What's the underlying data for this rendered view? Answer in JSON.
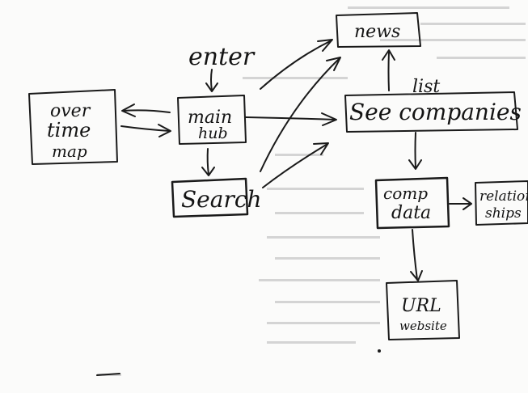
{
  "diagram": {
    "nodes": {
      "enter": "enter",
      "overtime_map": [
        "over",
        "time",
        "map"
      ],
      "main_hub": [
        "main",
        "hub"
      ],
      "search": "Search",
      "news": "news",
      "list": "list",
      "see_companies": "See companies",
      "comp_data": [
        "comp",
        "data"
      ],
      "relationships": [
        "relation",
        "ships"
      ],
      "url_website": [
        "URL",
        "website"
      ]
    }
  },
  "colors": {
    "ink": "#1a1a1a",
    "paper": "#fbfbfa",
    "bleed_through": "#d4d4d4"
  }
}
